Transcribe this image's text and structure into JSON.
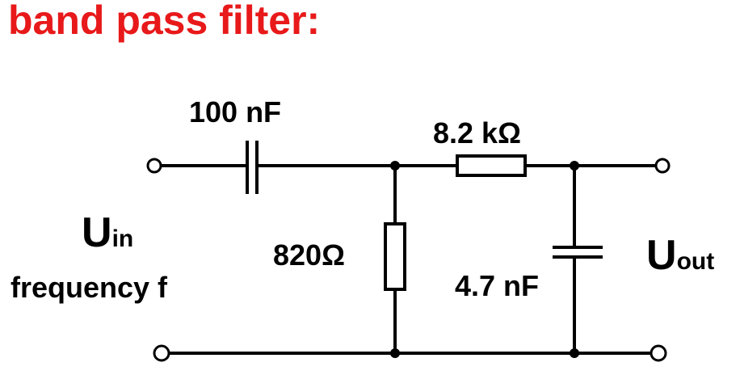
{
  "title": "band pass filter:",
  "components": {
    "c1": {
      "value": "100 nF"
    },
    "r1": {
      "value": "8.2 kΩ"
    },
    "r2": {
      "value": "820Ω"
    },
    "c2": {
      "value": "4.7 nF"
    }
  },
  "input": {
    "symbol": "U",
    "subscript": "in",
    "note": "frequency f"
  },
  "output": {
    "symbol": "U",
    "subscript": "out"
  },
  "colors": {
    "title": "#e8191a",
    "wire": "#000000",
    "background": "#ffffff"
  }
}
